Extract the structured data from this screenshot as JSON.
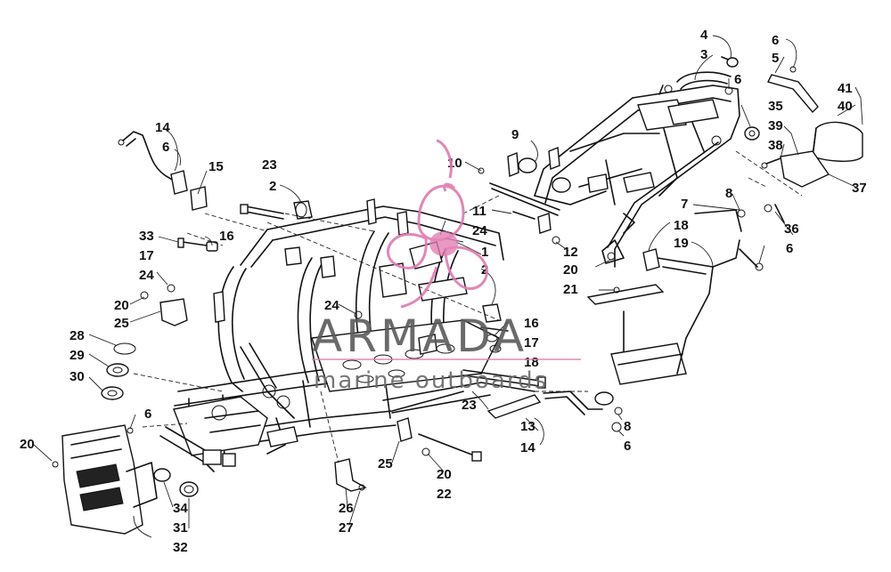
{
  "labels": [
    "1",
    "2",
    "3",
    "4",
    "5",
    "6",
    "7",
    "8",
    "9",
    "10",
    "11",
    "12",
    "13",
    "14",
    "15",
    "16",
    "17",
    "18",
    "19",
    "20",
    "21",
    "22",
    "23",
    "24",
    "25",
    "26",
    "27",
    "28",
    "29",
    "30",
    "31",
    "32",
    "33",
    "34",
    "35",
    "36",
    "37",
    "38",
    "39",
    "40",
    "41"
  ],
  "watermark": {
    "brand": "ARMADA",
    "tagline": "marine outboards",
    "logo_color": "#e07ab0",
    "text_color": "#5a5a5a"
  }
}
